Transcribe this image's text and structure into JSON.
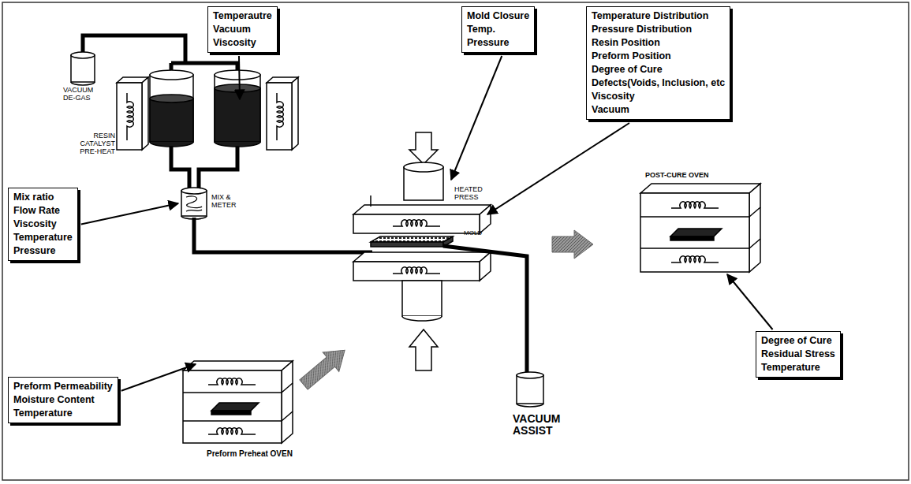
{
  "diagram": {
    "nodes": [
      {
        "text": [
          "Temperautre",
          "Vacuum",
          "Viscosity"
        ]
      },
      {
        "text": [
          "Mold Closure",
          "Temp.",
          "Pressure"
        ]
      },
      {
        "text": [
          "Temperature Distribution",
          "Pressure Distribution",
          "Resin Position",
          "Preform Position",
          "Degree of Cure",
          "Defects(Voids, Inclusion, etc",
          "Viscosity",
          "Vacuum"
        ]
      },
      {
        "text": [
          "Mix ratio",
          "Flow Rate",
          "Viscosity",
          "Temperature",
          "Pressure"
        ]
      },
      {
        "text": [
          "Degree of Cure",
          "Residual Stress",
          "Temperature"
        ]
      },
      {
        "text": [
          "Preform Permeability",
          "Moisture Content",
          "Temperature"
        ]
      }
    ],
    "labels": [
      "VACUUM DE-GAS",
      "RESIN CATALYST PRE-HEAT",
      "MIX & METER",
      "HEATED PRESS",
      "MOLD",
      "POST-CURE OVEN",
      "VACUUM ASSIST",
      "Preform Preheat OVEN"
    ]
  }
}
